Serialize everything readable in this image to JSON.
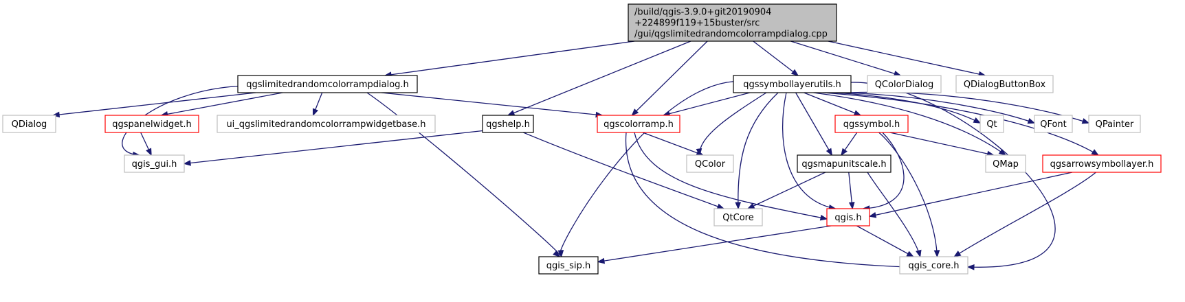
{
  "colors": {
    "edge": "#191970",
    "focus_fill": "#bfbfbf",
    "focus_border": "#000000",
    "documented_border": "#000000",
    "truncated_border": "#ff0000",
    "external_border": "#bfbfbf",
    "node_fill": "#ffffff"
  },
  "nodes": [
    {
      "id": "root",
      "kind": "focus",
      "lines": [
        "/build/qgis-3.9.0+git20190904",
        "+224899f119+15buster/src",
        "/gui/qgslimitedrandomcolorrampdialog.cpp"
      ]
    },
    {
      "id": "qgslimitedrandomcolorrampdialog_h",
      "kind": "documented",
      "lines": [
        "qgslimitedrandomcolorrampdialog.h"
      ]
    },
    {
      "id": "qgssymbollayerutils_h",
      "kind": "documented",
      "lines": [
        "qgssymbollayerutils.h"
      ]
    },
    {
      "id": "QColorDialog",
      "kind": "external",
      "lines": [
        "QColorDialog"
      ]
    },
    {
      "id": "QDialogButtonBox",
      "kind": "external",
      "lines": [
        "QDialogButtonBox"
      ]
    },
    {
      "id": "QDialog",
      "kind": "external",
      "lines": [
        "QDialog"
      ]
    },
    {
      "id": "qgspanelwidget_h",
      "kind": "truncated",
      "lines": [
        "qgspanelwidget.h"
      ]
    },
    {
      "id": "ui_widgetbase_h",
      "kind": "external",
      "lines": [
        "ui_qgslimitedrandomcolorrampwidgetbase.h"
      ]
    },
    {
      "id": "qgshelp_h",
      "kind": "documented",
      "lines": [
        "qgshelp.h"
      ]
    },
    {
      "id": "qgscolorramp_h",
      "kind": "truncated",
      "lines": [
        "qgscolorramp.h"
      ]
    },
    {
      "id": "qgssymbol_h",
      "kind": "truncated",
      "lines": [
        "qgssymbol.h"
      ]
    },
    {
      "id": "Qt",
      "kind": "external",
      "lines": [
        "Qt"
      ]
    },
    {
      "id": "QFont",
      "kind": "external",
      "lines": [
        "QFont"
      ]
    },
    {
      "id": "QPainter",
      "kind": "external",
      "lines": [
        "QPainter"
      ]
    },
    {
      "id": "qgis_gui_h",
      "kind": "external",
      "lines": [
        "qgis_gui.h"
      ]
    },
    {
      "id": "QColor",
      "kind": "external",
      "lines": [
        "QColor"
      ]
    },
    {
      "id": "qgsmapunitscale_h",
      "kind": "documented",
      "lines": [
        "qgsmapunitscale.h"
      ]
    },
    {
      "id": "QMap",
      "kind": "external",
      "lines": [
        "QMap"
      ]
    },
    {
      "id": "qgsarrowsymbollayer_h",
      "kind": "truncated",
      "lines": [
        "qgsarrowsymbollayer.h"
      ]
    },
    {
      "id": "QtCore",
      "kind": "external",
      "lines": [
        "QtCore"
      ]
    },
    {
      "id": "qgis_h",
      "kind": "truncated",
      "lines": [
        "qgis.h"
      ]
    },
    {
      "id": "qgis_sip_h",
      "kind": "documented",
      "lines": [
        "qgis_sip.h"
      ]
    },
    {
      "id": "qgis_core_h",
      "kind": "external",
      "lines": [
        "qgis_core.h"
      ]
    }
  ],
  "edges": [
    {
      "from": "root",
      "to": "qgslimitedrandomcolorrampdialog_h"
    },
    {
      "from": "root",
      "to": "qgshelp_h"
    },
    {
      "from": "root",
      "to": "qgscolorramp_h"
    },
    {
      "from": "root",
      "to": "qgssymbollayerutils_h"
    },
    {
      "from": "root",
      "to": "QColorDialog"
    },
    {
      "from": "root",
      "to": "QDialogButtonBox"
    },
    {
      "from": "qgslimitedrandomcolorrampdialog_h",
      "to": "QDialog"
    },
    {
      "from": "qgslimitedrandomcolorrampdialog_h",
      "to": "qgspanelwidget_h"
    },
    {
      "from": "qgslimitedrandomcolorrampdialog_h",
      "to": "ui_widgetbase_h"
    },
    {
      "from": "qgslimitedrandomcolorrampdialog_h",
      "to": "qgscolorramp_h"
    },
    {
      "from": "qgslimitedrandomcolorrampdialog_h",
      "to": "qgis_gui_h"
    },
    {
      "from": "qgslimitedrandomcolorrampdialog_h",
      "to": "qgis_sip_h"
    },
    {
      "from": "qgspanelwidget_h",
      "to": "qgis_gui_h"
    },
    {
      "from": "qgshelp_h",
      "to": "qgis_gui_h"
    },
    {
      "from": "qgshelp_h",
      "to": "QtCore"
    },
    {
      "from": "qgscolorramp_h",
      "to": "QColor"
    },
    {
      "from": "qgscolorramp_h",
      "to": "qgis_h"
    },
    {
      "from": "qgscolorramp_h",
      "to": "qgis_core_h"
    },
    {
      "from": "qgssymbollayerutils_h",
      "to": "qgis_sip_h"
    },
    {
      "from": "qgssymbollayerutils_h",
      "to": "qgscolorramp_h"
    },
    {
      "from": "qgssymbollayerutils_h",
      "to": "QColor"
    },
    {
      "from": "qgssymbollayerutils_h",
      "to": "QtCore"
    },
    {
      "from": "qgssymbollayerutils_h",
      "to": "qgis_h"
    },
    {
      "from": "qgssymbollayerutils_h",
      "to": "qgsmapunitscale_h"
    },
    {
      "from": "qgssymbollayerutils_h",
      "to": "qgssymbol_h"
    },
    {
      "from": "qgssymbollayerutils_h",
      "to": "QMap"
    },
    {
      "from": "qgssymbollayerutils_h",
      "to": "qgsarrowsymbollayer_h"
    },
    {
      "from": "qgssymbollayerutils_h",
      "to": "Qt"
    },
    {
      "from": "qgssymbollayerutils_h",
      "to": "QFont"
    },
    {
      "from": "qgssymbollayerutils_h",
      "to": "QPainter"
    },
    {
      "from": "qgssymbollayerutils_h",
      "to": "qgis_core_h"
    },
    {
      "from": "qgssymbol_h",
      "to": "qgsmapunitscale_h"
    },
    {
      "from": "qgssymbol_h",
      "to": "QMap"
    },
    {
      "from": "qgssymbol_h",
      "to": "qgis_h"
    },
    {
      "from": "qgssymbol_h",
      "to": "qgis_core_h"
    },
    {
      "from": "qgsmapunitscale_h",
      "to": "QtCore"
    },
    {
      "from": "qgsmapunitscale_h",
      "to": "qgis_h"
    },
    {
      "from": "qgsmapunitscale_h",
      "to": "qgis_core_h"
    },
    {
      "from": "qgsarrowsymbollayer_h",
      "to": "qgis_h"
    },
    {
      "from": "qgsarrowsymbollayer_h",
      "to": "qgis_core_h"
    },
    {
      "from": "qgis_h",
      "to": "qgis_sip_h"
    },
    {
      "from": "qgis_h",
      "to": "qgis_core_h"
    }
  ]
}
